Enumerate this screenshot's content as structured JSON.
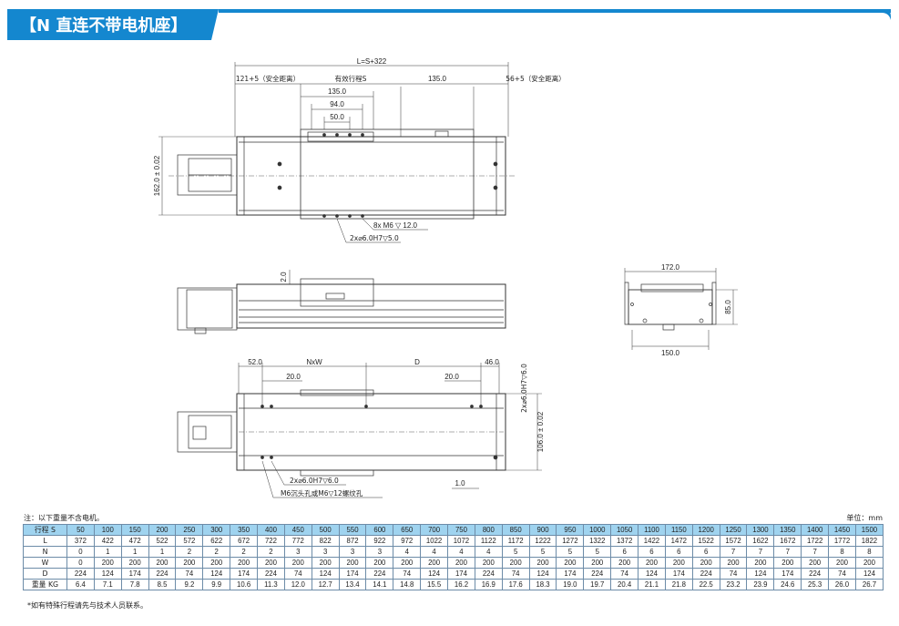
{
  "title": "【N 直连不带电机座】",
  "dims": {
    "total": "L=S+322",
    "left_safe": "121+5（安全距离）",
    "stroke": "有效行程S",
    "right_len": "135.0",
    "right_safe": "56+5（安全距离）",
    "d135": "135.0",
    "d94": "94.0",
    "d50": "50.0",
    "height162": "162.0 ± 0.02",
    "bolts": "8x  M6 ▽ 12.0",
    "pin_top": "2x⌀6.0H7▽5.0",
    "d2": "2.0",
    "w172": "172.0",
    "h85": "85.0",
    "w150": "150.0",
    "d52": "52.0",
    "nxw": "NxW",
    "d_label": "D",
    "d46": "46.0",
    "d20a": "20.0",
    "d20b": "20.0",
    "pin_side": "2x⌀6.0H7▽6.0",
    "h106": "106.0 ± 0.02",
    "d1": "1.0",
    "pin_bottom": "2x⌀6.0H7▽6.0",
    "holes_bottom": "M6沉头孔或M6▽12螺纹孔"
  },
  "note": "注：以下重量不含电机。",
  "unit": "单位：mm",
  "table": {
    "headers": [
      "行程 S",
      "50",
      "100",
      "150",
      "200",
      "250",
      "300",
      "350",
      "400",
      "450",
      "500",
      "550",
      "600",
      "650",
      "700",
      "750",
      "800",
      "850",
      "900",
      "950",
      "1000",
      "1050",
      "1100",
      "1150",
      "1200",
      "1250",
      "1300",
      "1350",
      "1400",
      "1450",
      "1500"
    ],
    "rows": [
      [
        "L",
        "372",
        "422",
        "472",
        "522",
        "572",
        "622",
        "672",
        "722",
        "772",
        "822",
        "872",
        "922",
        "972",
        "1022",
        "1072",
        "1122",
        "1172",
        "1222",
        "1272",
        "1322",
        "1372",
        "1422",
        "1472",
        "1522",
        "1572",
        "1622",
        "1672",
        "1722",
        "1772",
        "1822"
      ],
      [
        "N",
        "0",
        "1",
        "1",
        "1",
        "2",
        "2",
        "2",
        "2",
        "3",
        "3",
        "3",
        "3",
        "4",
        "4",
        "4",
        "4",
        "5",
        "5",
        "5",
        "5",
        "6",
        "6",
        "6",
        "6",
        "7",
        "7",
        "7",
        "7",
        "8",
        "8"
      ],
      [
        "W",
        "0",
        "200",
        "200",
        "200",
        "200",
        "200",
        "200",
        "200",
        "200",
        "200",
        "200",
        "200",
        "200",
        "200",
        "200",
        "200",
        "200",
        "200",
        "200",
        "200",
        "200",
        "200",
        "200",
        "200",
        "200",
        "200",
        "200",
        "200",
        "200",
        "200"
      ],
      [
        "D",
        "224",
        "124",
        "174",
        "224",
        "74",
        "124",
        "174",
        "224",
        "74",
        "124",
        "174",
        "224",
        "74",
        "124",
        "174",
        "224",
        "74",
        "124",
        "174",
        "224",
        "74",
        "124",
        "174",
        "224",
        "74",
        "124",
        "174",
        "224",
        "74",
        "124"
      ],
      [
        "重量 KG",
        "6.4",
        "7.1",
        "7.8",
        "8.5",
        "9.2",
        "9.9",
        "10.6",
        "11.3",
        "12.0",
        "12.7",
        "13.4",
        "14.1",
        "14.8",
        "15.5",
        "16.2",
        "16.9",
        "17.6",
        "18.3",
        "19.0",
        "19.7",
        "20.4",
        "21.1",
        "21.8",
        "22.5",
        "23.2",
        "23.9",
        "24.6",
        "25.3",
        "26.0",
        "26.7"
      ]
    ]
  },
  "footnote": "*如有特殊行程请先与技术人员联系。",
  "colors": {
    "header_blue": "#1487cf",
    "table_header": "#9fd3ef"
  }
}
